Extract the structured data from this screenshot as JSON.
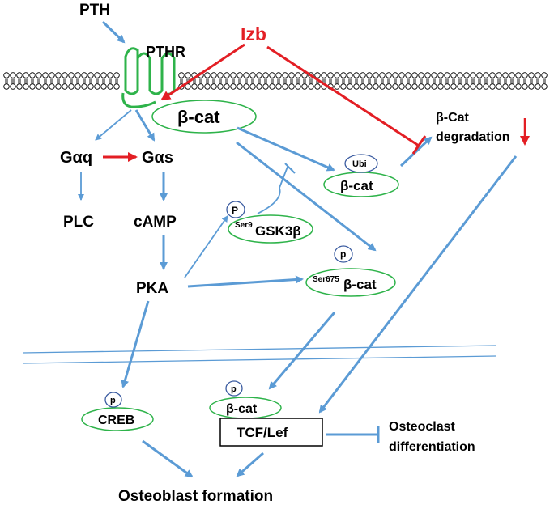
{
  "labels": {
    "pth": "PTH",
    "pthr": "PTHR",
    "izb": "Izb",
    "beta_cat_main": "β-cat",
    "gaq": "Gαq",
    "gas": "Gαs",
    "plc": "PLC",
    "camp": "cAMP",
    "pka": "PKA",
    "ubi": "Ubi",
    "beta_cat_ubi": "β-cat",
    "degradation_line1": "β-Cat",
    "degradation_line2": "degradation",
    "p_gsk": "P",
    "ser9_sup": "Ser9",
    "gsk3b": "GSK3β",
    "p_ser675": "p",
    "ser675_sup": "Ser675",
    "beta_cat_ser675": "β-cat",
    "p_creb": "p",
    "creb": "CREB",
    "p_nuclear": "p",
    "beta_cat_nuclear": "β-cat",
    "tcf_lef": "TCF/Lef",
    "osteoclast_line1": "Osteoclast",
    "osteoclast_line2": "differentiation",
    "osteoblast": "Osteoblast formation"
  },
  "colors": {
    "arrow_blue": "#5b9bd5",
    "inhibit_red": "#e31e24",
    "receptor_green": "#2eb34a",
    "ellipse_green": "#2eb34a",
    "ubi_oval": "#3a5ba0",
    "text": "#000000",
    "membrane": "#000000"
  }
}
